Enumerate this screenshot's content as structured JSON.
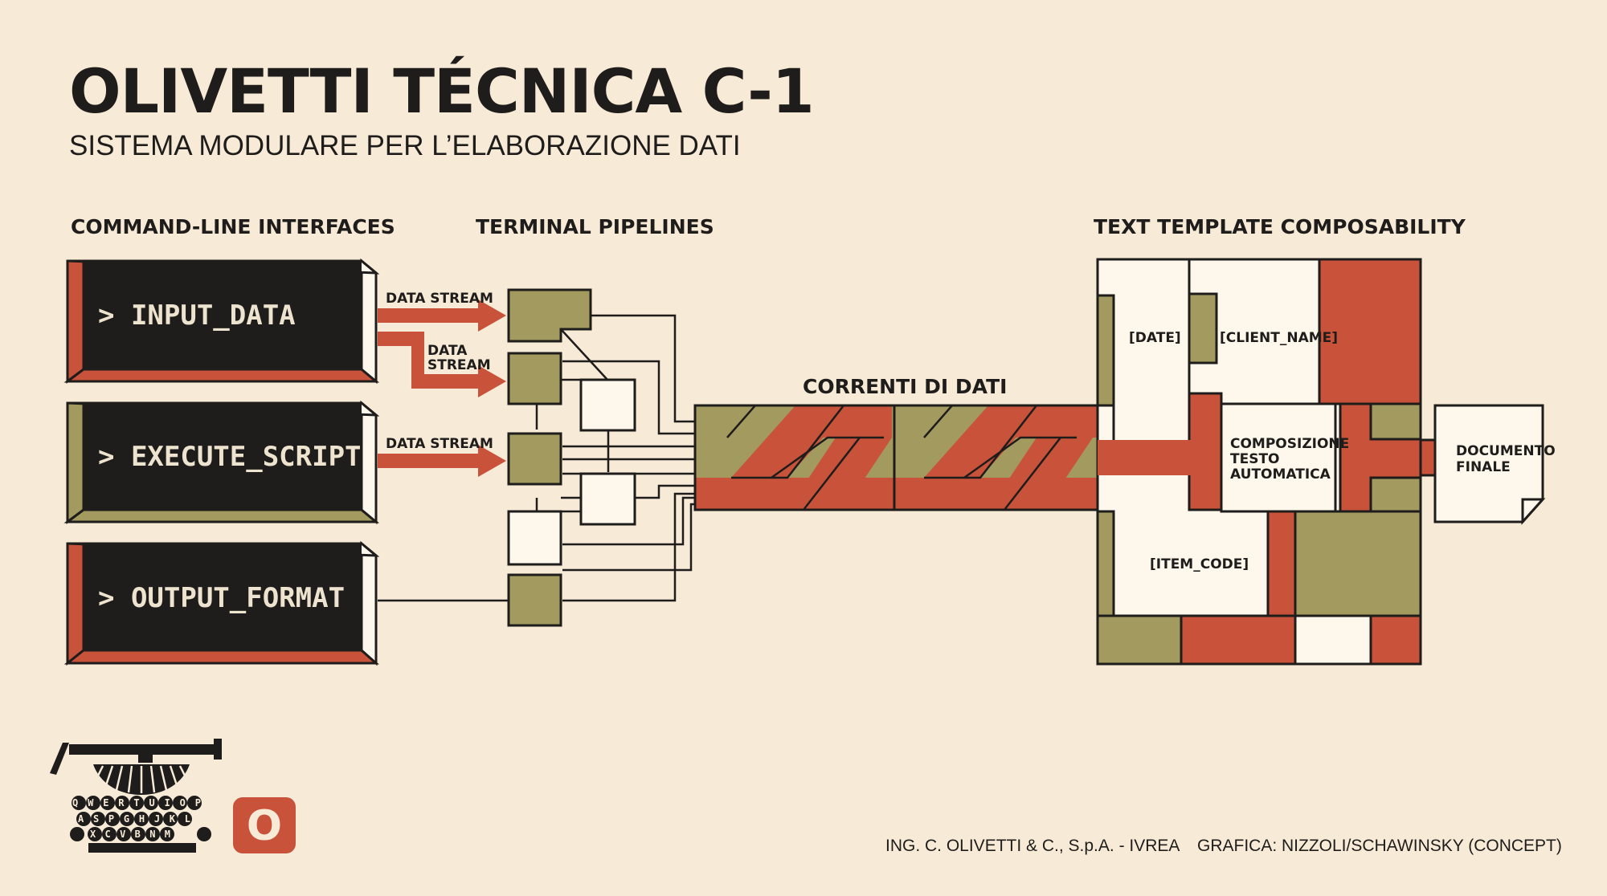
{
  "header": {
    "title": "OLIVETTI TÉCNICA C-1",
    "subtitle": "SISTEMA MODULARE PER L’ELABORAZIONE DATI"
  },
  "sections": {
    "cli": "COMMAND-LINE INTERFACES",
    "pipelines": "TERMINAL PIPELINES",
    "templates": "TEXT TEMPLATE COMPOSABILITY"
  },
  "commands": [
    "> INPUT_DATA",
    "> EXECUTE_SCRIPT",
    "> OUTPUT_FORMAT"
  ],
  "streams": {
    "top": "DATA STREAM",
    "mid_line1": "DATA",
    "mid_line2": "STREAM",
    "lower": "DATA STREAM"
  },
  "flow_label": "CORRENTI DI DATI",
  "template": {
    "date": "[DATE]",
    "client": "[CLIENT_NAME]",
    "item": "[ITEM_CODE]",
    "compose_1": "COMPOSIZIONE",
    "compose_2": "TESTO",
    "compose_3": "AUTOMATICA"
  },
  "output": {
    "line1": "DOCUMENTO",
    "line2": "FINALE"
  },
  "logo": {
    "letter": "O",
    "keys_row1": "QWERTUIOP",
    "keys_row2": "ASPGHJKL",
    "keys_row3": "XCVBNM"
  },
  "footer": {
    "company": "ING. C. OLIVETTI & C., S.p.A. - IVREA",
    "credit": "GRAFICA: NIZZOLI/SCHAWINSKY (CONCEPT)"
  },
  "colors": {
    "background": "#f7ead6",
    "ink": "#1e1d1b",
    "red": "#c8523a",
    "olive": "#a39a60",
    "paper": "#fdf7ec"
  }
}
